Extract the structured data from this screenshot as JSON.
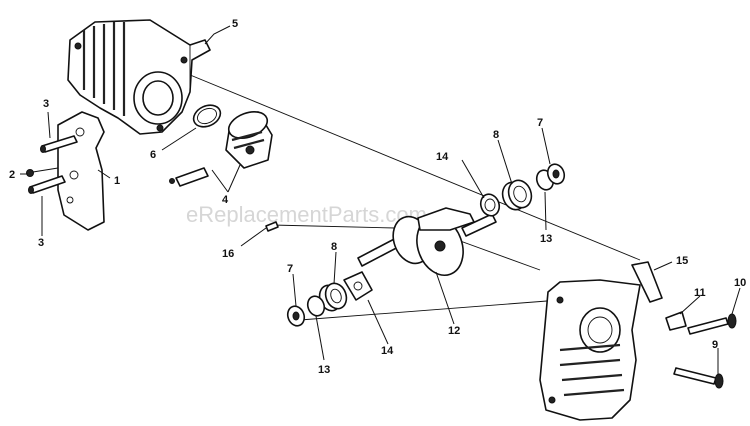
{
  "watermark": "eReplacementParts.com",
  "callouts": {
    "c1": "1",
    "c2": "2",
    "c3a": "3",
    "c3b": "3",
    "c4": "4",
    "c5": "5",
    "c6": "6",
    "c7a": "7",
    "c7b": "7",
    "c8a": "8",
    "c8b": "8",
    "c9": "9",
    "c10": "10",
    "c11": "11",
    "c12": "12",
    "c13a": "13",
    "c13b": "13",
    "c14a": "14",
    "c14b": "14",
    "c15": "15",
    "c16": "16"
  }
}
